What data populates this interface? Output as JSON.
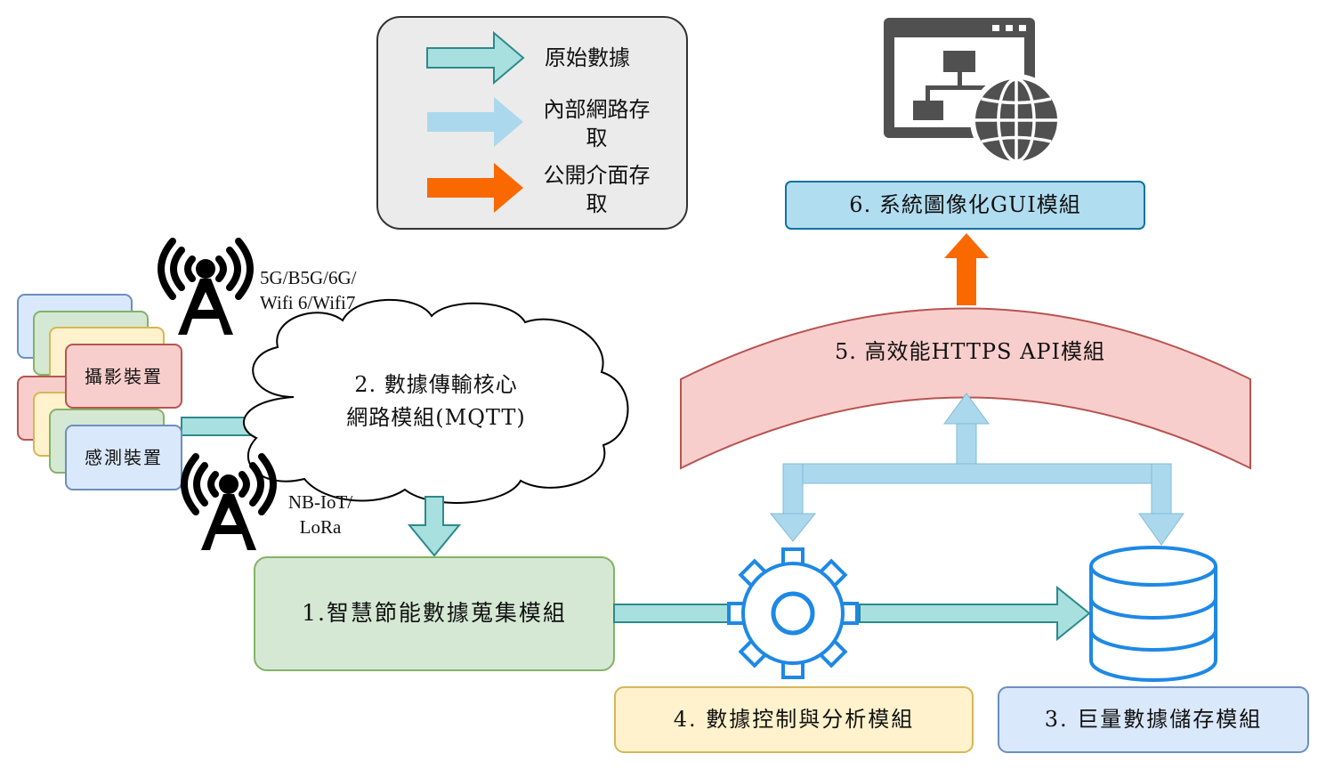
{
  "legend": {
    "raw_data": "原始數據",
    "internal_access": "內部網路存取",
    "internal_access_l1": "內部網路存",
    "internal_access_l2": "取",
    "public_access_l1": "公開介面存",
    "public_access_l2": "取"
  },
  "devices": {
    "camera": "攝影裝置",
    "sensor": "感測裝置"
  },
  "wireless": {
    "top_l1": "5G/B5G/6G/",
    "top_l2": "Wifi 6/Wifi7",
    "bottom_l1": "NB-IoT/",
    "bottom_l2": "LoRa"
  },
  "modules": {
    "m1": "1.智慧節能數據蒐集模組",
    "m2_l1": "2. 數據傳輸核心",
    "m2_l2": "網路模組(MQTT)",
    "m3": "3. 巨量數據儲存模組",
    "m4": "4. 數據控制與分析模組",
    "m5": "5. 高效能HTTPS API模組",
    "m6": "6. 系統圖像化GUI模組"
  },
  "icons": [
    "web-sitemap-globe-icon",
    "antenna-tower-icon",
    "gear-icon",
    "database-icon",
    "cloud-shape"
  ],
  "colors": {
    "raw_arrow": "#a8e0df",
    "raw_arrow_stroke": "#2d8a8a",
    "internal_arrow": "#abd8ec",
    "public_arrow": "#fa6800",
    "green_fill": "#d5e8d4",
    "green_stroke": "#82b366",
    "yellow_fill": "#fff2cc",
    "yellow_stroke": "#d6b656",
    "blue_fill": "#dae8fc",
    "blue_stroke": "#6c8ebf",
    "red_fill": "#f8cecc",
    "red_stroke": "#b85450",
    "gui_fill": "#b1ddf0",
    "gui_stroke": "#10739e",
    "gear": "#1e88e5"
  }
}
